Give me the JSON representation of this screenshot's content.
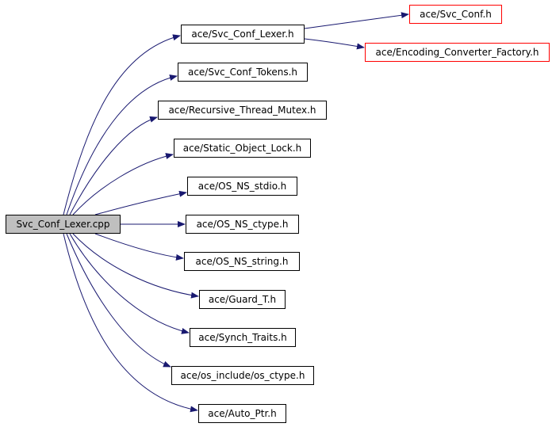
{
  "diagram": {
    "type": "include-dependency-graph",
    "colors": {
      "edge": "#191970",
      "root_fill": "#bfbfbf",
      "node_border": "#000000",
      "external_border": "#ff0000",
      "background": "#ffffff"
    },
    "root": {
      "id": "root",
      "label": "Svc_Conf_Lexer.cpp"
    },
    "nodes": [
      {
        "id": "n1",
        "label": "ace/Svc_Conf_Lexer.h"
      },
      {
        "id": "n2",
        "label": "ace/Svc_Conf_Tokens.h"
      },
      {
        "id": "n3",
        "label": "ace/Recursive_Thread_Mutex.h"
      },
      {
        "id": "n4",
        "label": "ace/Static_Object_Lock.h"
      },
      {
        "id": "n5",
        "label": "ace/OS_NS_stdio.h"
      },
      {
        "id": "n6",
        "label": "ace/OS_NS_ctype.h"
      },
      {
        "id": "n7",
        "label": "ace/OS_NS_string.h"
      },
      {
        "id": "n8",
        "label": "ace/Guard_T.h"
      },
      {
        "id": "n9",
        "label": "ace/Synch_Traits.h"
      },
      {
        "id": "n10",
        "label": "ace/os_include/os_ctype.h"
      },
      {
        "id": "n11",
        "label": "ace/Auto_Ptr.h"
      },
      {
        "id": "n12",
        "label": "ace/Svc_Conf.h"
      },
      {
        "id": "n13",
        "label": "ace/Encoding_Converter_Factory.h"
      }
    ],
    "edges": [
      [
        "root",
        "n1"
      ],
      [
        "root",
        "n2"
      ],
      [
        "root",
        "n3"
      ],
      [
        "root",
        "n4"
      ],
      [
        "root",
        "n5"
      ],
      [
        "root",
        "n6"
      ],
      [
        "root",
        "n7"
      ],
      [
        "root",
        "n8"
      ],
      [
        "root",
        "n9"
      ],
      [
        "root",
        "n10"
      ],
      [
        "root",
        "n11"
      ],
      [
        "n1",
        "n12"
      ],
      [
        "n1",
        "n13"
      ]
    ]
  }
}
